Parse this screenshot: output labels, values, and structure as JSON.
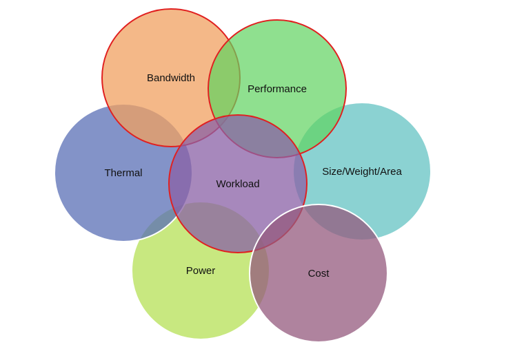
{
  "diagram": {
    "circles": [
      {
        "id": "bandwidth",
        "label": "Bandwidth",
        "fill": "#f0a060",
        "stroke": "#e02020"
      },
      {
        "id": "performance",
        "label": "Performance",
        "fill": "#5fd35f",
        "stroke": "#e02020"
      },
      {
        "id": "thermal",
        "label": "Thermal",
        "fill": "#5a6fb5",
        "stroke": "#ffffff"
      },
      {
        "id": "size",
        "label": "Size/Weight/Area",
        "fill": "#5abfbf",
        "stroke": "#ffffff"
      },
      {
        "id": "power",
        "label": "Power",
        "fill": "#b5e055",
        "stroke": "#ffffff"
      },
      {
        "id": "cost",
        "label": "Cost",
        "fill": "#945a7e",
        "stroke": "#ffffff"
      },
      {
        "id": "workload",
        "label": "Workload",
        "fill": "#8a60a5",
        "stroke": "#e02020"
      }
    ]
  }
}
